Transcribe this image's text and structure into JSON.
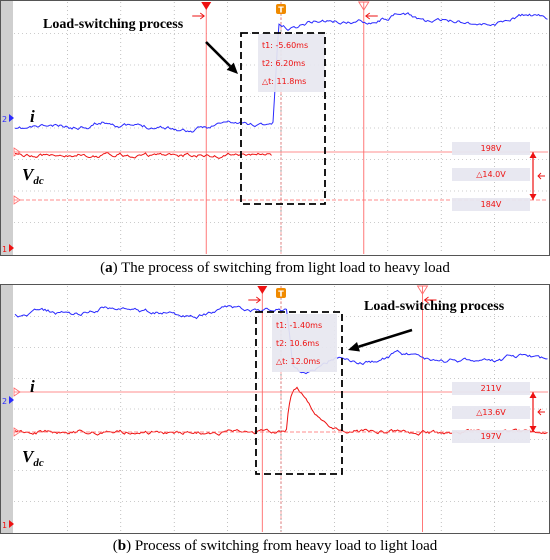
{
  "captions": [
    {
      "letter": "a",
      "text": "The process of switching from light load to heavy load"
    },
    {
      "letter": "b",
      "text": "Process of switching from heavy load to light load"
    }
  ],
  "colors": {
    "current": "#2a2aff",
    "voltage": "#ee1111",
    "cursor": "#ff6a6a",
    "grid": "#9a9a9a",
    "readout_bg": "#e7e7f0",
    "sidebar": "#cfcfcf"
  },
  "chart_data": [
    {
      "type": "line",
      "panel": "a",
      "annotation": "Load-switching process",
      "labels": {
        "current": "i",
        "voltage": "V",
        "voltage_sub": "dc"
      },
      "readout": {
        "t1": "t1: -5.60ms",
        "t2": "t2: 6.20ms",
        "dt": "△t: 11.8ms"
      },
      "level_readout": {
        "upper": "198V",
        "delta": "△14.0V",
        "lower": "184V"
      },
      "channel_markers": [
        "2",
        "1"
      ],
      "trigger_marker": "T",
      "time_range_ms": [
        -20,
        20
      ],
      "t_switch_ms": -0.6,
      "t1_ms": -5.6,
      "t2_ms": 6.2,
      "current": {
        "before": 0.32,
        "after": 0.82
      },
      "voltage": {
        "nominal_V": 198,
        "dip_min_V": 184
      }
    },
    {
      "type": "line",
      "panel": "b",
      "annotation": "Load-switching process",
      "labels": {
        "current": "i",
        "voltage": "V",
        "voltage_sub": "dc"
      },
      "readout": {
        "t1": "t1: -1.40ms",
        "t2": "t2: 10.6ms",
        "dt": "△t: 12.0ms"
      },
      "level_readout": {
        "upper": "211V",
        "delta": "△13.6V",
        "lower": "197V"
      },
      "channel_markers": [
        "2",
        "1"
      ],
      "trigger_marker": "T",
      "time_range_ms": [
        -20,
        20
      ],
      "t_switch_ms": 0.4,
      "t1_ms": -1.4,
      "t2_ms": 10.6,
      "current": {
        "before": 0.9,
        "after": 0.45
      },
      "voltage": {
        "nominal_V": 197,
        "peak_V": 211
      }
    }
  ]
}
